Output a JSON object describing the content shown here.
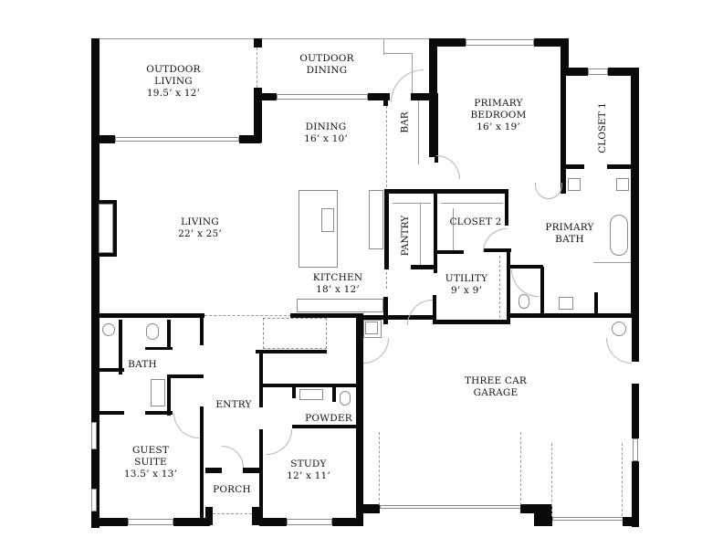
{
  "plan": {
    "type": "floor-plan",
    "rooms": [
      {
        "id": "outdoor-living",
        "name_lines": [
          "OUTDOOR",
          "LIVING"
        ],
        "size": "19.5’ x 12’"
      },
      {
        "id": "outdoor-dining",
        "name_lines": [
          "OUTDOOR",
          "DINING"
        ],
        "size": ""
      },
      {
        "id": "dining",
        "name_lines": [
          "DINING"
        ],
        "size": "16’ x 10’"
      },
      {
        "id": "bar",
        "name_lines": [
          "BAR"
        ],
        "size": ""
      },
      {
        "id": "primary-bedroom",
        "name_lines": [
          "PRIMARY",
          "BEDROOM"
        ],
        "size": "16’ x 19’"
      },
      {
        "id": "closet-1",
        "name_lines": [
          "CLOSET 1"
        ],
        "size": ""
      },
      {
        "id": "living",
        "name_lines": [
          "LIVING"
        ],
        "size": "22’ x 25’"
      },
      {
        "id": "pantry",
        "name_lines": [
          "PANTRY"
        ],
        "size": ""
      },
      {
        "id": "closet-2",
        "name_lines": [
          "CLOSET 2"
        ],
        "size": ""
      },
      {
        "id": "primary-bath",
        "name_lines": [
          "PRIMARY",
          "BATH"
        ],
        "size": ""
      },
      {
        "id": "kitchen",
        "name_lines": [
          "KITCHEN"
        ],
        "size": "18’ x 12’"
      },
      {
        "id": "utility",
        "name_lines": [
          "UTILITY"
        ],
        "size": "9’ x 9’"
      },
      {
        "id": "bath",
        "name_lines": [
          "BATH"
        ],
        "size": ""
      },
      {
        "id": "entry",
        "name_lines": [
          "ENTRY"
        ],
        "size": ""
      },
      {
        "id": "powder",
        "name_lines": [
          "POWDER"
        ],
        "size": ""
      },
      {
        "id": "three-car-garage",
        "name_lines": [
          "THREE CAR",
          "GARAGE"
        ],
        "size": ""
      },
      {
        "id": "guest-suite",
        "name_lines": [
          "GUEST",
          "SUITE"
        ],
        "size": "13.5’ x 13’"
      },
      {
        "id": "study",
        "name_lines": [
          "STUDY"
        ],
        "size": "12’ x 11’"
      },
      {
        "id": "porch",
        "name_lines": [
          "PORCH"
        ],
        "size": ""
      }
    ]
  }
}
